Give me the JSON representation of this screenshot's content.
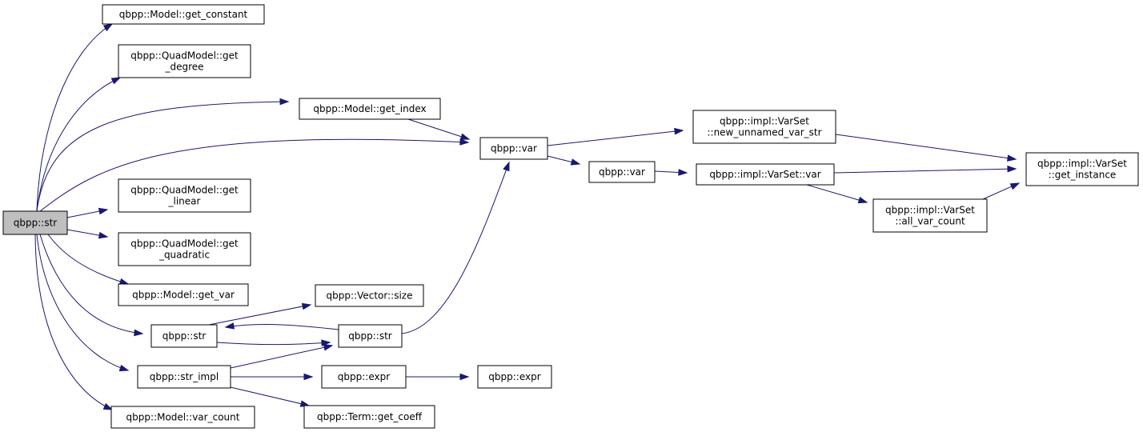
{
  "graph": {
    "nodes": [
      {
        "id": "n_str_root",
        "lines": [
          "qbpp::str"
        ],
        "root": true
      },
      {
        "id": "n_get_constant",
        "lines": [
          "qbpp::Model::get_constant"
        ]
      },
      {
        "id": "n_get_degree",
        "lines": [
          "qbpp::QuadModel::get",
          "_degree"
        ]
      },
      {
        "id": "n_get_index",
        "lines": [
          "qbpp::Model::get_index"
        ]
      },
      {
        "id": "n_get_linear",
        "lines": [
          "qbpp::QuadModel::get",
          "_linear"
        ]
      },
      {
        "id": "n_get_quadratic",
        "lines": [
          "qbpp::QuadModel::get",
          "_quadratic"
        ]
      },
      {
        "id": "n_get_var",
        "lines": [
          "qbpp::Model::get_var"
        ]
      },
      {
        "id": "n_str2",
        "lines": [
          "qbpp::str"
        ]
      },
      {
        "id": "n_str_impl",
        "lines": [
          "qbpp::str_impl"
        ]
      },
      {
        "id": "n_var_count",
        "lines": [
          "qbpp::Model::var_count"
        ]
      },
      {
        "id": "n_vector_size",
        "lines": [
          "qbpp::Vector::size"
        ]
      },
      {
        "id": "n_str3",
        "lines": [
          "qbpp::str"
        ]
      },
      {
        "id": "n_expr1",
        "lines": [
          "qbpp::expr"
        ]
      },
      {
        "id": "n_expr2",
        "lines": [
          "qbpp::expr"
        ]
      },
      {
        "id": "n_get_coeff",
        "lines": [
          "qbpp::Term::get_coeff"
        ]
      },
      {
        "id": "n_var1",
        "lines": [
          "qbpp::var"
        ]
      },
      {
        "id": "n_var2",
        "lines": [
          "qbpp::var"
        ]
      },
      {
        "id": "n_new_unnamed",
        "lines": [
          "qbpp::impl::VarSet",
          "::new_unnamed_var_str"
        ]
      },
      {
        "id": "n_varset_var",
        "lines": [
          "qbpp::impl::VarSet::var"
        ]
      },
      {
        "id": "n_all_var_count",
        "lines": [
          "qbpp::impl::VarSet",
          "::all_var_count"
        ]
      },
      {
        "id": "n_get_instance",
        "lines": [
          "qbpp::impl::VarSet",
          "::get_instance"
        ]
      }
    ],
    "edges": [
      {
        "from": "n_str_root",
        "to": "n_get_constant"
      },
      {
        "from": "n_str_root",
        "to": "n_get_degree"
      },
      {
        "from": "n_str_root",
        "to": "n_get_index"
      },
      {
        "from": "n_str_root",
        "to": "n_var1"
      },
      {
        "from": "n_str_root",
        "to": "n_get_linear"
      },
      {
        "from": "n_str_root",
        "to": "n_get_quadratic"
      },
      {
        "from": "n_str_root",
        "to": "n_get_var"
      },
      {
        "from": "n_str_root",
        "to": "n_str2"
      },
      {
        "from": "n_str_root",
        "to": "n_str_impl"
      },
      {
        "from": "n_str_root",
        "to": "n_var_count"
      },
      {
        "from": "n_get_index",
        "to": "n_var1"
      },
      {
        "from": "n_str2",
        "to": "n_vector_size"
      },
      {
        "from": "n_str2",
        "to": "n_str3"
      },
      {
        "from": "n_str3",
        "to": "n_str2"
      },
      {
        "from": "n_str3",
        "to": "n_var1"
      },
      {
        "from": "n_str_impl",
        "to": "n_str3"
      },
      {
        "from": "n_str_impl",
        "to": "n_expr1"
      },
      {
        "from": "n_str_impl",
        "to": "n_get_coeff"
      },
      {
        "from": "n_expr1",
        "to": "n_expr2"
      },
      {
        "from": "n_var1",
        "to": "n_new_unnamed"
      },
      {
        "from": "n_var1",
        "to": "n_var2"
      },
      {
        "from": "n_var2",
        "to": "n_varset_var"
      },
      {
        "from": "n_new_unnamed",
        "to": "n_get_instance"
      },
      {
        "from": "n_varset_var",
        "to": "n_get_instance"
      },
      {
        "from": "n_varset_var",
        "to": "n_all_var_count"
      },
      {
        "from": "n_all_var_count",
        "to": "n_get_instance"
      }
    ]
  }
}
